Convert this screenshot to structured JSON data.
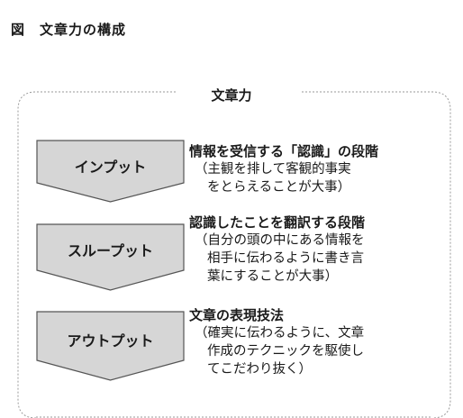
{
  "figure_title": "図　文章力の構成",
  "box_title": "文章力",
  "stages": [
    {
      "label": "インプット",
      "heading": "情報を受信する「認識」の段階",
      "lines": [
        "（主観を排して客観的事実",
        "をとらえることが大事）"
      ]
    },
    {
      "label": "スループット",
      "heading": "認識したことを翻訳する段階",
      "lines": [
        "（自分の頭の中にある情報を",
        "相手に伝わるように書き言",
        "葉にすることが大事）"
      ]
    },
    {
      "label": "アウトプット",
      "heading": "文章の表現技法",
      "lines": [
        "（確実に伝わるように、文章",
        "作成のテクニックを駆使し",
        "てこだわり抜く）"
      ]
    }
  ],
  "colors": {
    "arrow_fill": "#d6d6d6",
    "arrow_stroke": "#555555",
    "frame": "#999999"
  }
}
